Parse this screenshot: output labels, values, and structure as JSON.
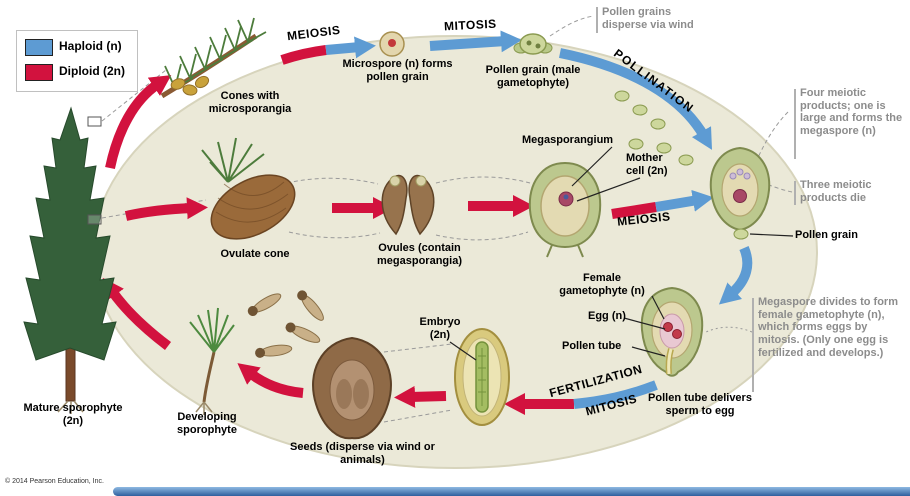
{
  "colors": {
    "haploid_blue": "#5d9bd3",
    "diploid_red": "#d2123e",
    "cycle_background": "#ebe9d8",
    "annotation_gray": "#8c8c8c",
    "footer_bar_blue": "#2f5f9e"
  },
  "legend": {
    "haploid_label": "Haploid (n)",
    "diploid_label": "Diploid (2n)"
  },
  "process_labels": {
    "meiosis_top": "MEIOSIS",
    "mitosis_top": "MITOSIS",
    "pollination": "POLLINATION",
    "meiosis_right": "MEIOSIS",
    "fertilization": "FERTILIZATION",
    "mitosis_bottom": "MITOSIS"
  },
  "stage_labels": {
    "cones_with_microsporangia": "Cones with microsporangia",
    "microspore": "Microspore (n) forms pollen grain",
    "pollen_grain_male_gametophyte": "Pollen grain (male gametophyte)",
    "megasporangium": "Megasporangium",
    "mother_cell": "Mother cell (2n)",
    "pollen_grain": "Pollen grain",
    "ovulate_cone": "Ovulate cone",
    "ovules": "Ovules (contain megasporangia)",
    "female_gametophyte": "Female gametophyte (n)",
    "egg": "Egg (n)",
    "pollen_tube": "Pollen tube",
    "embryo": "Embryo (2n)",
    "pollen_tube_delivers": "Pollen tube delivers sperm to egg",
    "seeds_disperse": "Seeds (disperse via wind or animals)",
    "developing_sporophyte": "Developing sporophyte",
    "mature_sporophyte": "Mature sporophyte (2n)"
  },
  "annotations": {
    "pollen_grains_disperse": "Pollen grains disperse via wind",
    "four_meiotic_products": "Four meiotic products; one is large and forms the megaspore (n)",
    "three_meiotic_products": "Three meiotic products die",
    "megaspore_divides": "Megaspore divides to form female gametophyte (n), which forms eggs by mitosis. (Only one egg is fertilized and develops.)"
  },
  "footer": {
    "copyright": "© 2014 Pearson Education, Inc."
  }
}
